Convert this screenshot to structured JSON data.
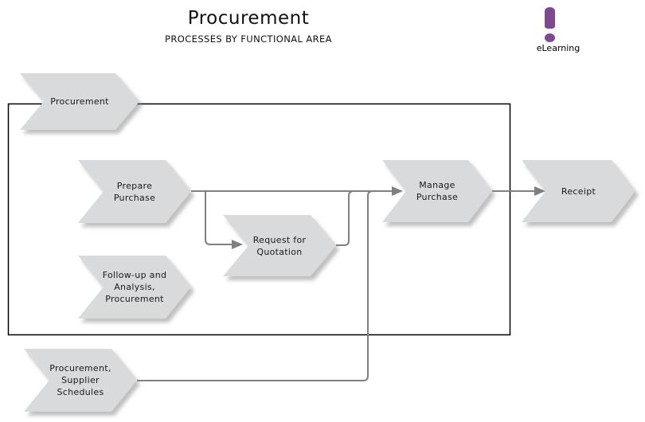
{
  "header": {
    "title": "Procurement",
    "subtitle": "PROCESSES BY FUNCTIONAL AREA"
  },
  "logo": {
    "label": "eLearning",
    "accent_color": "#7d4a8f"
  },
  "diagram": {
    "nodes": {
      "procurement": {
        "label": "Procurement"
      },
      "prepare_purchase": {
        "label": "Prepare\nPurchase"
      },
      "request_for_quotation": {
        "label": "Request for\nQuotation"
      },
      "follow_up": {
        "label": "Follow-up and\nAnalysis,\nProcurement"
      },
      "manage_purchase": {
        "label": "Manage\nPurchase"
      },
      "receipt": {
        "label": "Receipt"
      },
      "supplier_schedules": {
        "label": "Procurement,\nSupplier\nSchedules"
      }
    },
    "edges": [
      {
        "from": "prepare_purchase",
        "to": "manage_purchase"
      },
      {
        "from": "prepare_purchase",
        "to": "request_for_quotation"
      },
      {
        "from": "request_for_quotation",
        "to": "manage_purchase"
      },
      {
        "from": "supplier_schedules",
        "to": "manage_purchase"
      },
      {
        "from": "manage_purchase",
        "to": "receipt"
      }
    ],
    "colors": {
      "node_fill": "#d9dadb",
      "connector": "#808080",
      "boundary": "#000000"
    }
  }
}
